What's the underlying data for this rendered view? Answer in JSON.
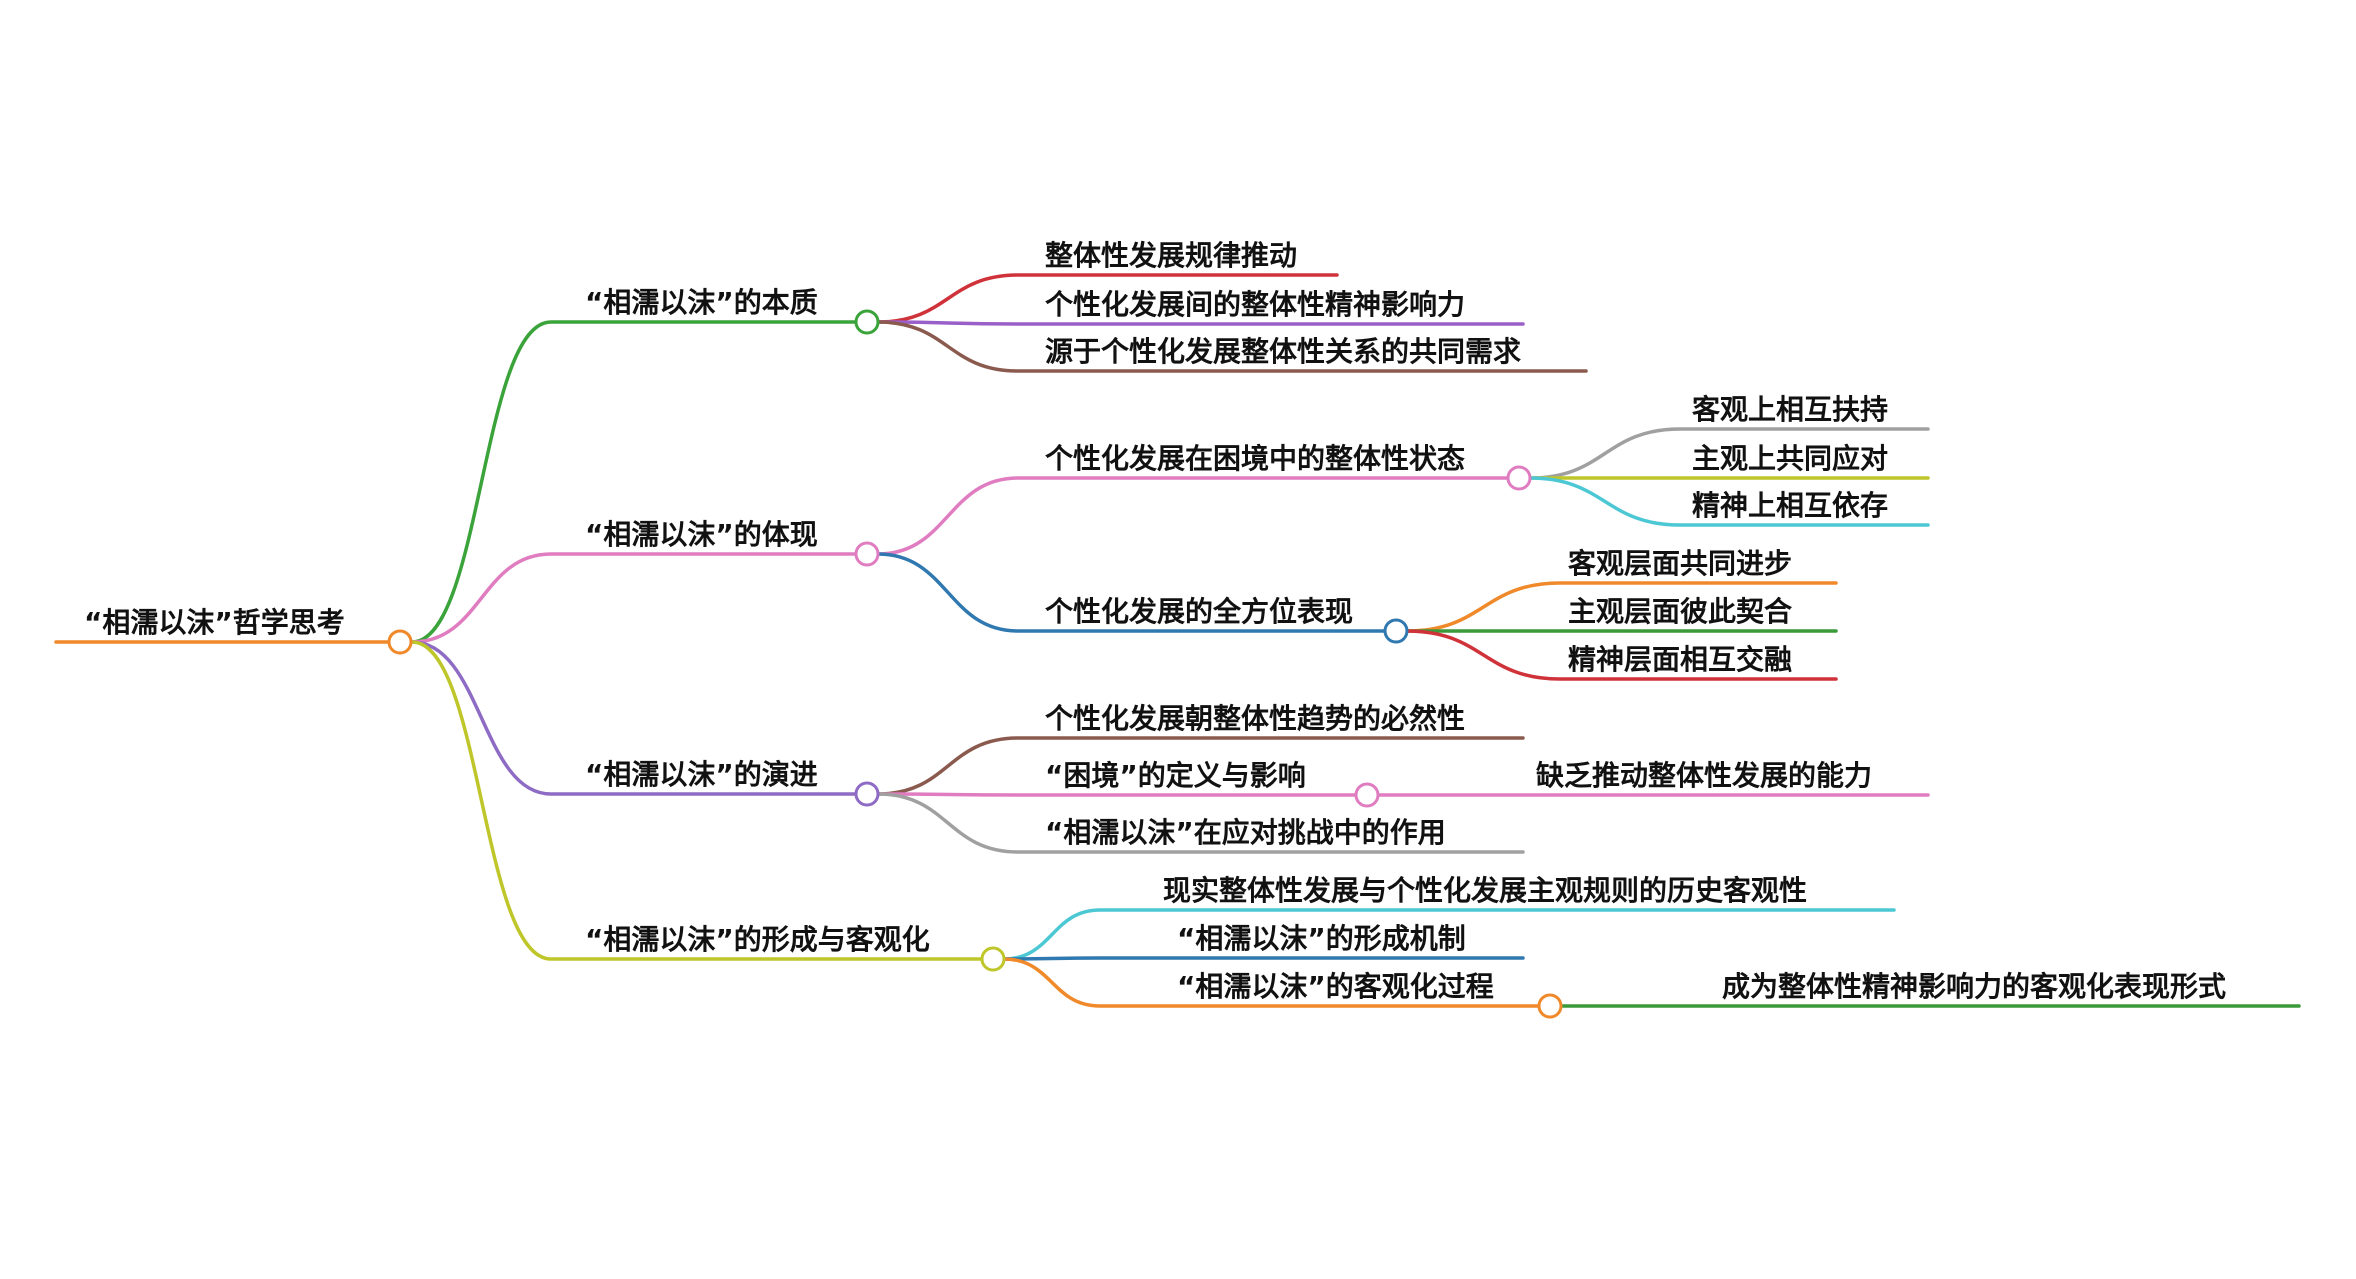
{
  "root": {
    "label": "“相濡以沫”哲学思考",
    "color": "#f0892a"
  },
  "branches": [
    {
      "label": "“相濡以沫”的本质",
      "color": "#3aa33a",
      "children": [
        {
          "label": "整体性发展规律推动",
          "color": "#d0323a"
        },
        {
          "label": "个性化发展间的整体性精神影响力",
          "color": "#9a5fc8"
        },
        {
          "label": "源于个性化发展整体性关系的共同需求",
          "color": "#8b5a4f"
        }
      ]
    },
    {
      "label": "“相濡以沫”的体现",
      "color": "#e07cc0",
      "children": [
        {
          "label": "个性化发展在困境中的整体性状态",
          "color": "#e07cc0",
          "children": [
            {
              "label": "客观上相互扶持",
              "color": "#a0a0a0"
            },
            {
              "label": "主观上共同应对",
              "color": "#bfc62a"
            },
            {
              "label": "精神上相互依存",
              "color": "#4cc8d4"
            }
          ]
        },
        {
          "label": "个性化发展的全方位表现",
          "color": "#2f78b0",
          "children": [
            {
              "label": "客观层面共同进步",
              "color": "#f0892a"
            },
            {
              "label": "主观层面彼此契合",
              "color": "#3a9a3a"
            },
            {
              "label": "精神层面相互交融",
              "color": "#d0323a"
            }
          ]
        }
      ]
    },
    {
      "label": "“相濡以沫”的演进",
      "color": "#8e6bc4",
      "children": [
        {
          "label": "个性化发展朝整体性趋势的必然性",
          "color": "#8b5a4f"
        },
        {
          "label": "“困境”的定义与影响",
          "color": "#e07cc0",
          "children": [
            {
              "label": "缺乏推动整体性发展的能力",
              "color": "#e07cc0"
            }
          ]
        },
        {
          "label": "“相濡以沫”在应对挑战中的作用",
          "color": "#a0a0a0"
        }
      ]
    },
    {
      "label": "“相濡以沫”的形成与客观化",
      "color": "#bfc62a",
      "children": [
        {
          "label": "现实整体性发展与个性化发展主观规则的历史客观性",
          "color": "#4cc8d4"
        },
        {
          "label": "“相濡以沫”的形成机制",
          "color": "#2f78b0"
        },
        {
          "label": "“相濡以沫”的客观化过程",
          "color": "#f0892a",
          "children": [
            {
              "label": "成为整体性精神影响力的客观化表现形式",
              "color": "#3a9a3a"
            }
          ]
        }
      ]
    }
  ]
}
